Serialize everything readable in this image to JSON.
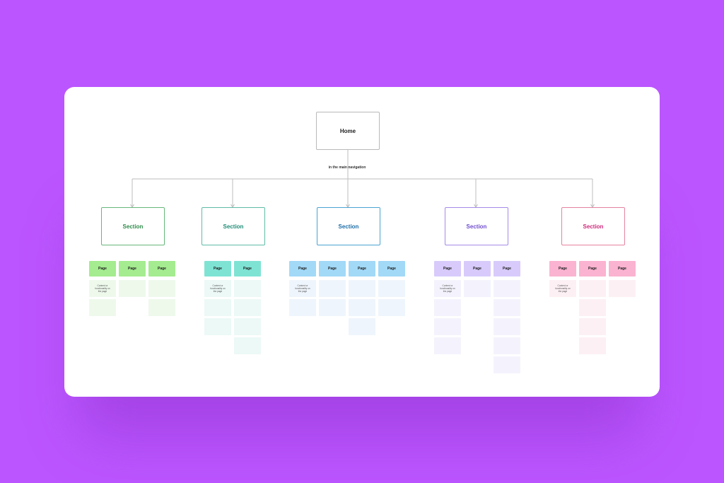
{
  "diagram": {
    "home": {
      "label": "Home"
    },
    "nav_label": "in the main navigation",
    "page_note": "Content or functionality on the page",
    "sections": [
      {
        "label": "Section",
        "text_color": "#2e8b4a",
        "border_color": "#66b77a",
        "page_color": "#a4ec8f",
        "cell_color": "#eef9ec",
        "pages": [
          {
            "label": "Page",
            "cells": [
              "note",
              "empty"
            ]
          },
          {
            "label": "Page",
            "cells": [
              "empty"
            ]
          },
          {
            "label": "Page",
            "cells": [
              "empty",
              "empty"
            ]
          }
        ]
      },
      {
        "label": "Section",
        "text_color": "#1e8c76",
        "border_color": "#5fbba6",
        "page_color": "#7fe3d4",
        "cell_color": "#ecf9f6",
        "pages": [
          {
            "label": "Page",
            "cells": [
              "note",
              "empty",
              "empty"
            ]
          },
          {
            "label": "Page",
            "cells": [
              "empty",
              "empty",
              "empty",
              "empty"
            ]
          }
        ]
      },
      {
        "label": "Section",
        "text_color": "#1d6ea8",
        "border_color": "#4aa3d1",
        "page_color": "#a2d9f7",
        "cell_color": "#eff5fc",
        "pages": [
          {
            "label": "Page",
            "cells": [
              "note",
              "empty"
            ]
          },
          {
            "label": "Page",
            "cells": [
              "empty",
              "empty"
            ]
          },
          {
            "label": "Page",
            "cells": [
              "empty",
              "empty",
              "empty"
            ]
          },
          {
            "label": "Page",
            "cells": [
              "empty",
              "empty"
            ]
          }
        ]
      },
      {
        "label": "Section",
        "text_color": "#6f4ccf",
        "border_color": "#a48ae8",
        "page_color": "#d8cbfb",
        "cell_color": "#f4f3fd",
        "pages": [
          {
            "label": "Page",
            "cells": [
              "note",
              "empty",
              "empty",
              "empty"
            ]
          },
          {
            "label": "Page",
            "cells": [
              "empty"
            ]
          },
          {
            "label": "Page",
            "cells": [
              "empty",
              "empty",
              "empty",
              "empty",
              "empty"
            ]
          }
        ]
      },
      {
        "label": "Section",
        "text_color": "#d0287a",
        "border_color": "#e5829f",
        "page_color": "#fab3d0",
        "cell_color": "#fdf0f4",
        "pages": [
          {
            "label": "Page",
            "cells": [
              "note"
            ]
          },
          {
            "label": "Page",
            "cells": [
              "empty",
              "empty",
              "empty",
              "empty"
            ]
          },
          {
            "label": "Page",
            "cells": [
              "empty"
            ]
          }
        ]
      }
    ]
  }
}
